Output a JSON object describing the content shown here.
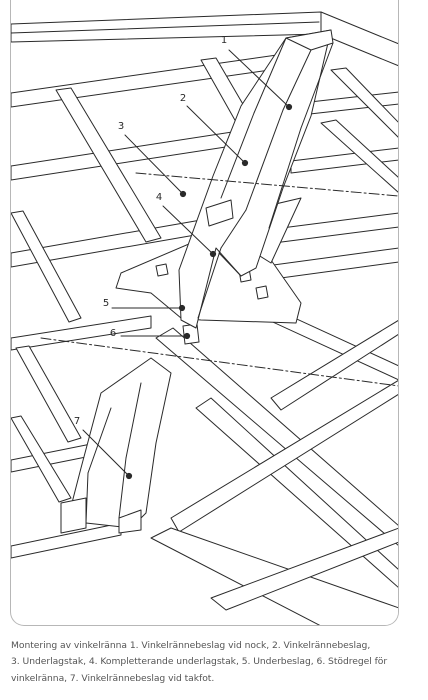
{
  "figure": {
    "labels": [
      {
        "id": "1",
        "text": "1"
      },
      {
        "id": "2",
        "text": "2"
      },
      {
        "id": "3",
        "text": "3"
      },
      {
        "id": "4",
        "text": "4"
      },
      {
        "id": "5",
        "text": "5"
      },
      {
        "id": "6",
        "text": "6"
      },
      {
        "id": "7",
        "text": "7"
      }
    ],
    "colors": {
      "line": "#2a2a2a",
      "frame": "#b7b7b7",
      "caption": "#555555",
      "fill": "#ffffff"
    }
  },
  "caption": {
    "line1": "Montering av vinkelränna  1. Vinkelrännebeslag vid nock, 2. Vinkelrännebeslag,",
    "line2": "3. Underlagstak, 4. Kompletterande underlagstak, 5. Underbeslag, 6. Stödregel för",
    "line3": "vinkelränna, 7. Vinkelrännebeslag vid takfot."
  }
}
